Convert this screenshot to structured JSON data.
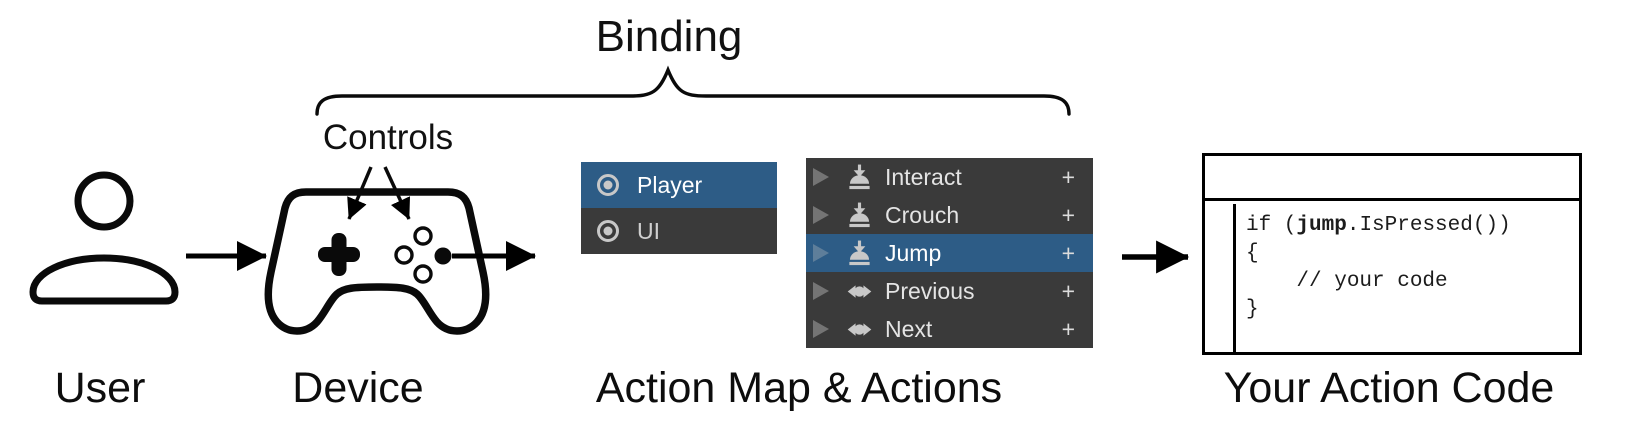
{
  "colors": {
    "selection-blue": "#2D5C86",
    "panel-dark": "#3A3A3A",
    "panel-text": "#E4E4E4",
    "icon-gray": "#C8C8C8",
    "foldout-gray": "#747474",
    "line-black": "#0A0A0A"
  },
  "header": {
    "binding_label": "Binding",
    "controls_label": "Controls"
  },
  "action_map_panel": {
    "items": [
      {
        "label": "Player",
        "selected": true,
        "icon": "action-map-icon"
      },
      {
        "label": "UI",
        "selected": false,
        "icon": "action-map-icon"
      }
    ]
  },
  "actions_panel": {
    "add_label": "+",
    "items": [
      {
        "label": "Interact",
        "selected": false,
        "icon": "button-action-icon"
      },
      {
        "label": "Crouch",
        "selected": false,
        "icon": "button-action-icon"
      },
      {
        "label": "Jump",
        "selected": true,
        "icon": "button-action-icon"
      },
      {
        "label": "Previous",
        "selected": false,
        "icon": "axis-action-icon"
      },
      {
        "label": "Next",
        "selected": false,
        "icon": "axis-action-icon"
      }
    ]
  },
  "code_box": {
    "line1_prefix": "if (",
    "line1_bold": "jump",
    "line1_suffix": ".IsPressed())",
    "line2": "{",
    "line3": "    // your code",
    "line4": "}"
  },
  "footer_labels": {
    "user": "User",
    "device": "Device",
    "action_map": "Action Map & Actions",
    "action_code": "Your Action Code"
  }
}
